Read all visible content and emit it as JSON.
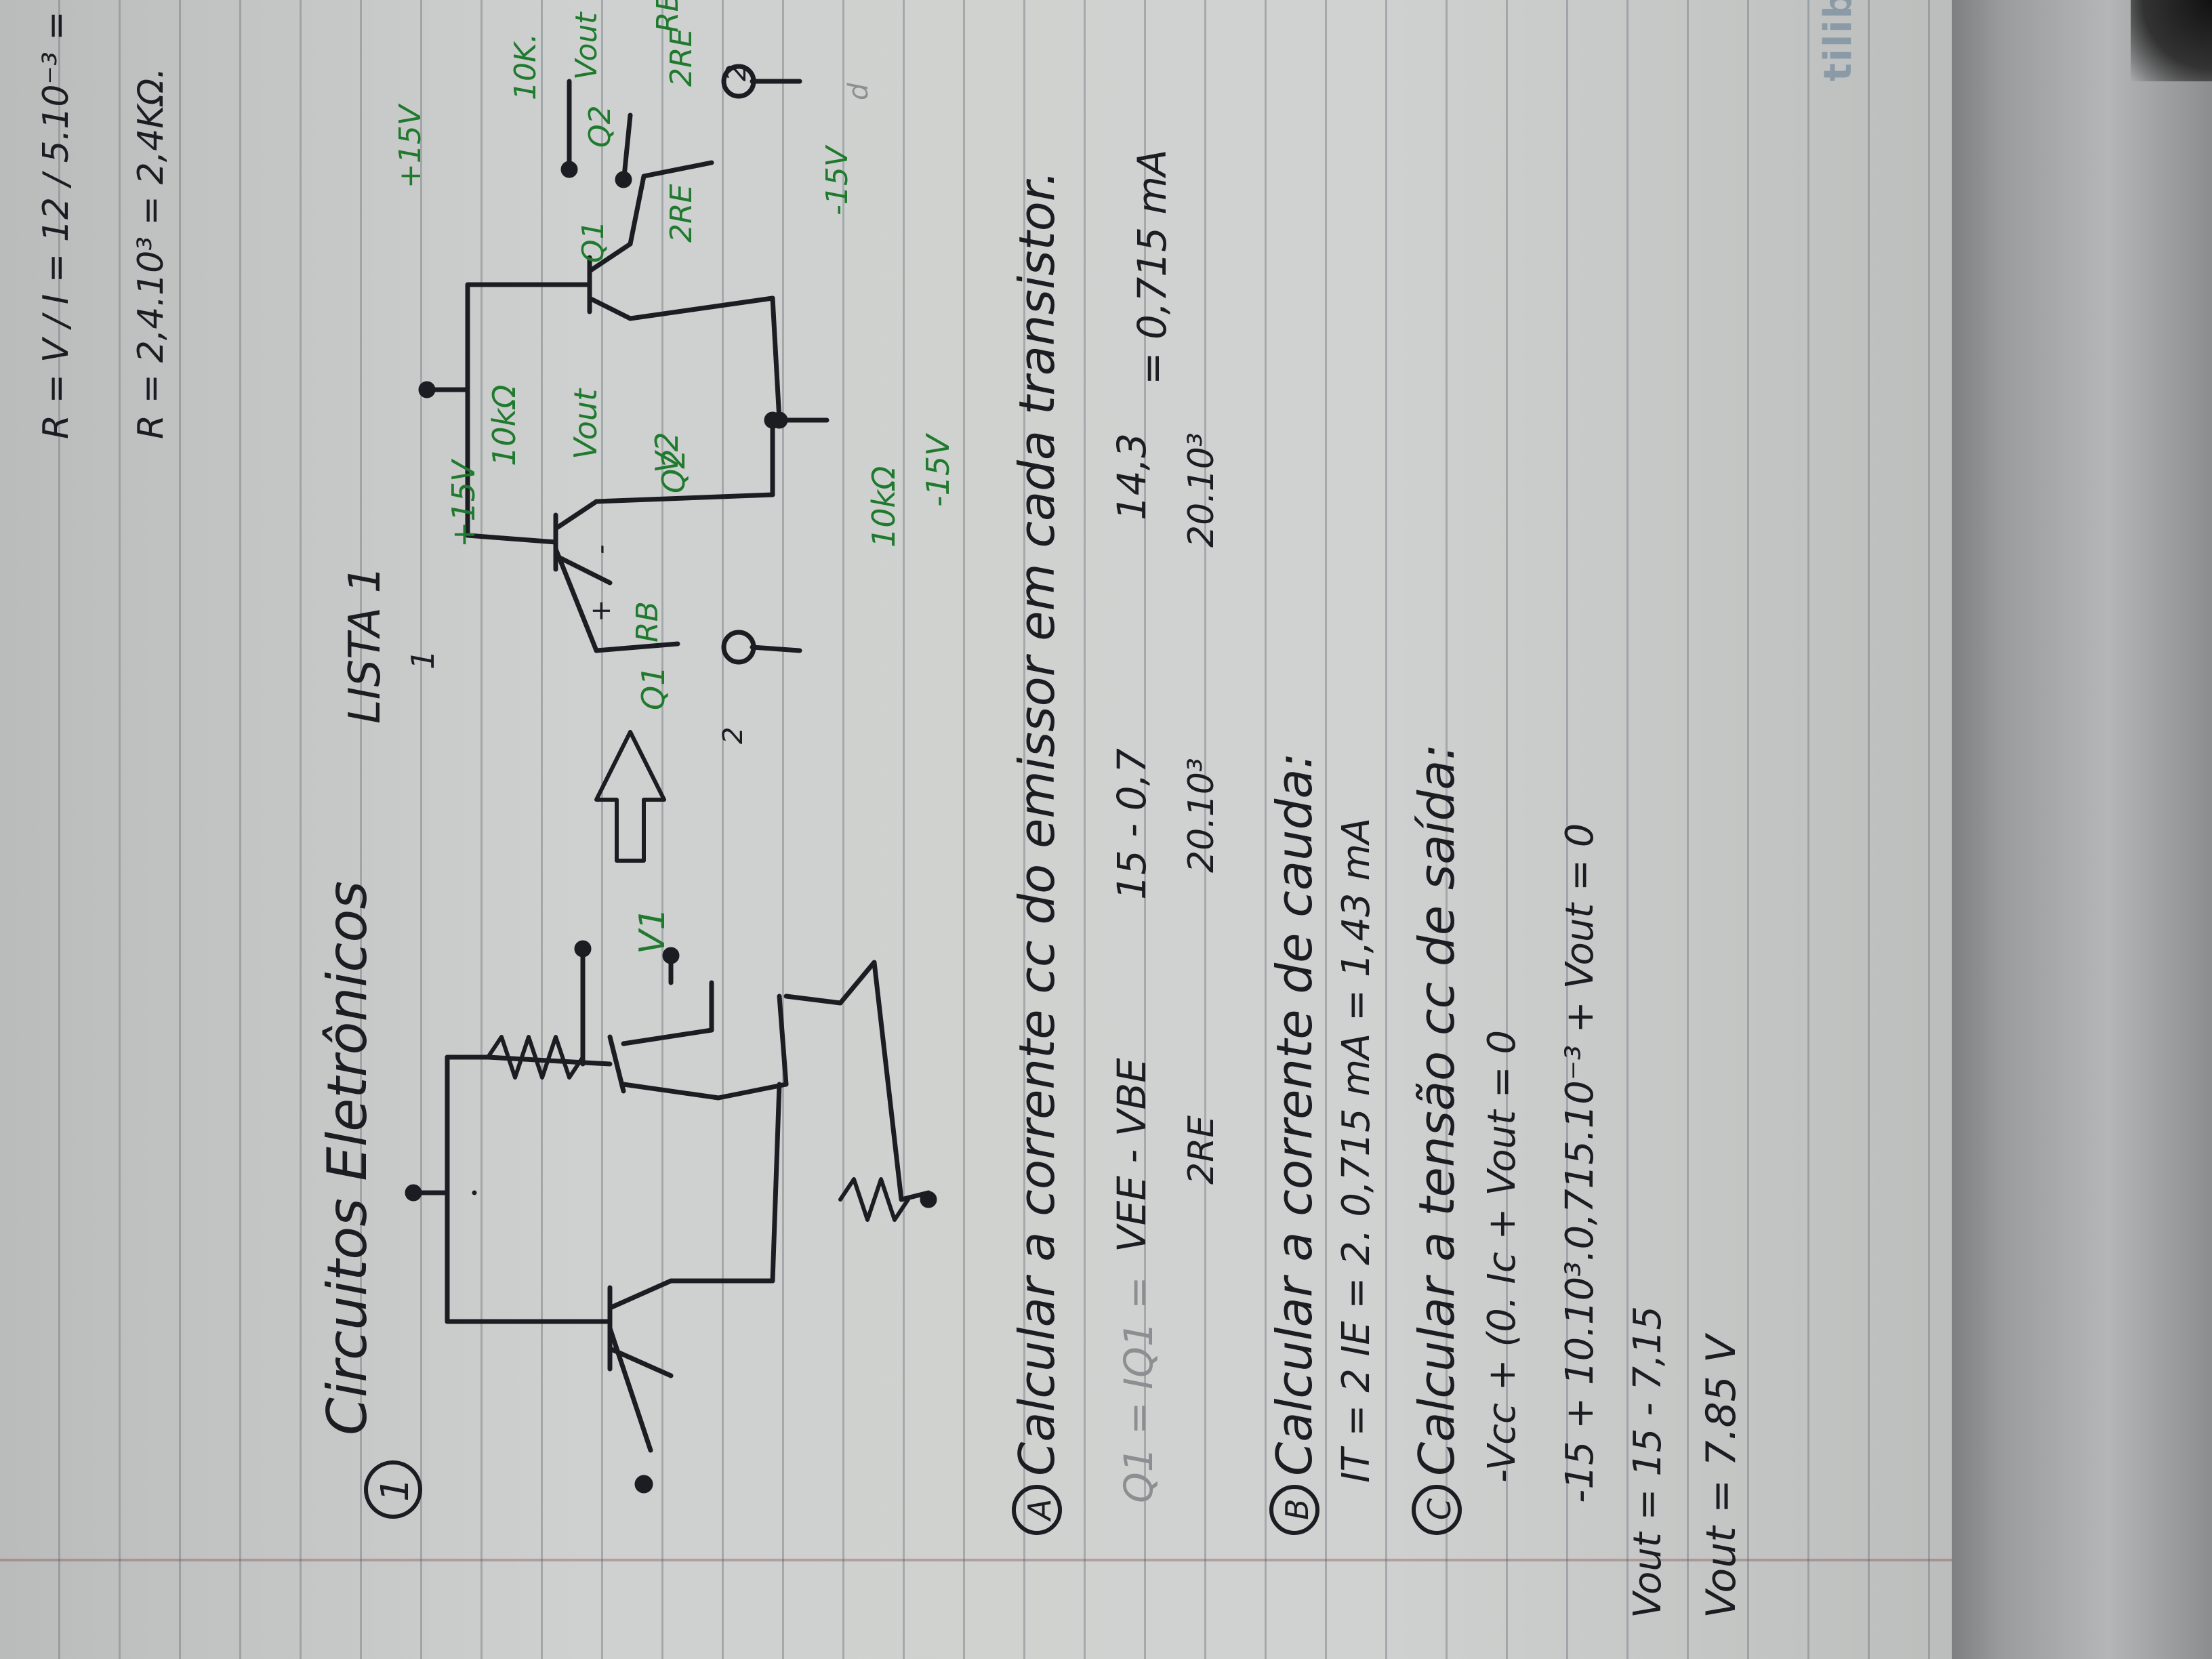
{
  "header": {
    "problem_number": "1",
    "title": "Circuitos Eletrônicos",
    "list_label": "LISTA 1"
  },
  "side_calc": {
    "line1": "R = V / I = 12 / 5.10⁻³ =",
    "line2": "R = 2,4.10³ = 2,4KΩ."
  },
  "left_circuit": {
    "supply_pos": "+15V",
    "supply_neg": "-15V",
    "rc": "10kΩ",
    "re": "10kΩ",
    "vout": "Vout",
    "v1": "V1",
    "v2": "V2",
    "q1": "Q1",
    "q2": "Q2",
    "node_label": "1"
  },
  "right_circuit": {
    "supply_pos": "+15V",
    "supply_neg": "-15V",
    "rc": "10K.",
    "vout": "Vout",
    "q1": "Q1",
    "q2": "Q2",
    "re1": "2RE",
    "re2": "2RE",
    "rb1": "RB",
    "rb2": "RB",
    "src1": "2",
    "src2": "2",
    "plus": "+",
    "minus": "-",
    "circle_mark": "d"
  },
  "item_a": {
    "label": "A",
    "text": "Calcular a corrente cc do emissor em cada transistor.",
    "eq_lhs": "Q1 = IQ1 =",
    "eq_num": "VEE - VBE",
    "eq_den": "2RE",
    "eq_mid_num": "15 - 0,7",
    "eq_mid_den": "20.10³",
    "eq_right_num": "14,3",
    "eq_right_den": "20.10³",
    "eq_result": "= 0,715 mA"
  },
  "item_b": {
    "label": "B",
    "text": "Calcular a corrente de cauda:",
    "eq": "IT = 2 IE = 2. 0,715 mA = 1,43 mA"
  },
  "item_c": {
    "label": "C",
    "text": "Calcular a tensão cc de saída:",
    "eq1": "-Vcc + (0. Ic + Vout = 0",
    "eq2": "-15 + 10.10³.0,715.10⁻³ + Vout = 0",
    "eq3": "Vout = 15 - 7,15",
    "eq4": "Vout = 7.85 V"
  },
  "brand": "tilibra",
  "colors": {
    "ink_black": "#1b1d22",
    "ink_green": "#1f7a2e",
    "pencil": "#8c8f91"
  }
}
